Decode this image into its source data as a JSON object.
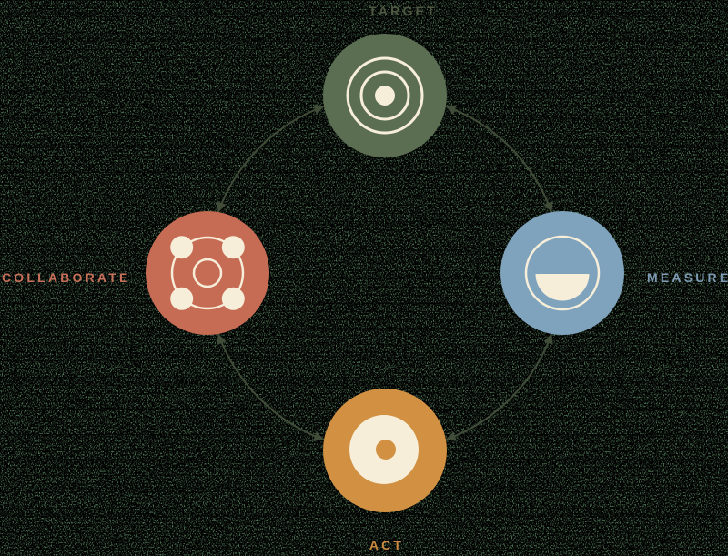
{
  "diagram": {
    "type": "cycle",
    "description": "Four-step continuous cycle connected by a circular line with arrowheads pointing into each node",
    "flow": "bidirectional",
    "connector": {
      "shape": "circle",
      "style": "solid-thin",
      "color": "#414c39",
      "arrowheads": "into-each-node"
    },
    "icon_color": "#f7eed9",
    "background_color": "#4a6f50",
    "nodes": [
      {
        "id": "target",
        "label": "TARGET",
        "position": "top",
        "color": "#5c6e52",
        "label_color": "#4f5942",
        "icon": "bullseye-icon"
      },
      {
        "id": "measure",
        "label": "MEASURE",
        "position": "right",
        "color": "#7fa3bd",
        "label_color": "#7d9cb4",
        "icon": "gauge-icon"
      },
      {
        "id": "act",
        "label": "ACT",
        "position": "bottom",
        "color": "#d29142",
        "label_color": "#cc8a41",
        "icon": "record-dot-icon"
      },
      {
        "id": "collaborate",
        "label": "COLLABORATE",
        "position": "left",
        "color": "#c66b54",
        "label_color": "#c8705a",
        "icon": "group-circle-icon"
      }
    ]
  }
}
